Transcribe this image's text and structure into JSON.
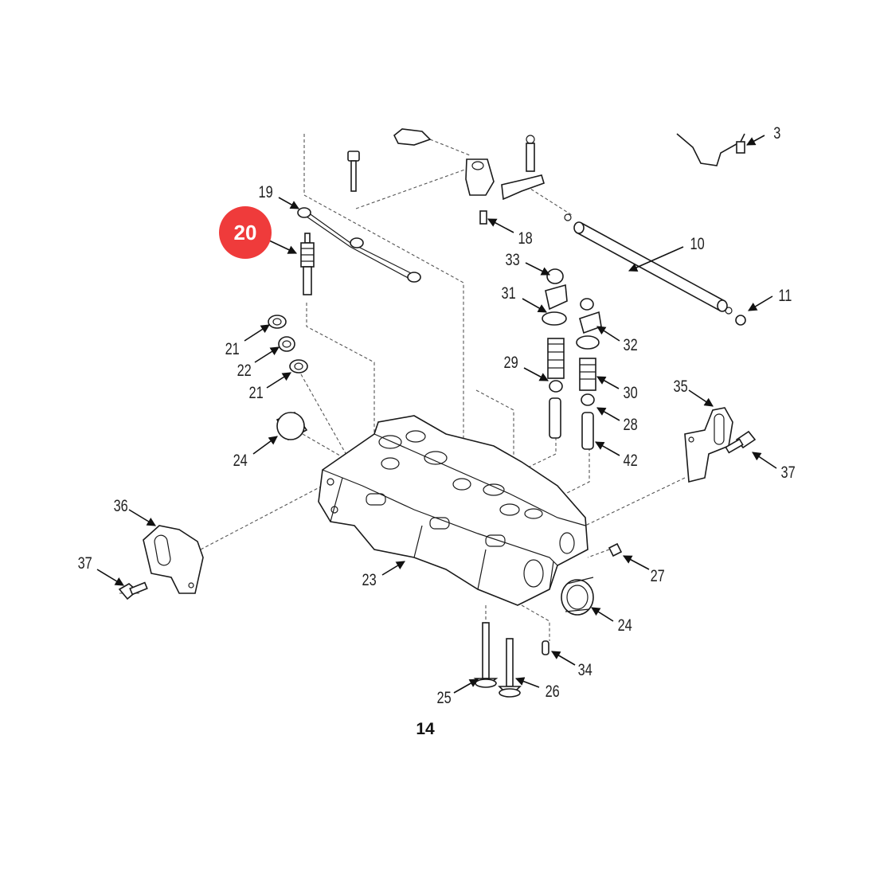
{
  "figure_number": "14",
  "highlight": {
    "label": "20",
    "color": "#ef3b3b"
  },
  "callouts": [
    {
      "id": "3",
      "text": "3"
    },
    {
      "id": "10",
      "text": "10"
    },
    {
      "id": "11",
      "text": "11"
    },
    {
      "id": "18",
      "text": "18"
    },
    {
      "id": "19",
      "text": "19"
    },
    {
      "id": "21a",
      "text": "21"
    },
    {
      "id": "22",
      "text": "22"
    },
    {
      "id": "21b",
      "text": "21"
    },
    {
      "id": "24a",
      "text": "24"
    },
    {
      "id": "23",
      "text": "23"
    },
    {
      "id": "24b",
      "text": "24"
    },
    {
      "id": "25",
      "text": "25"
    },
    {
      "id": "26",
      "text": "26"
    },
    {
      "id": "27",
      "text": "27"
    },
    {
      "id": "28",
      "text": "28"
    },
    {
      "id": "29",
      "text": "29"
    },
    {
      "id": "30",
      "text": "30"
    },
    {
      "id": "31",
      "text": "31"
    },
    {
      "id": "32",
      "text": "32"
    },
    {
      "id": "33",
      "text": "33"
    },
    {
      "id": "34",
      "text": "34"
    },
    {
      "id": "35",
      "text": "35"
    },
    {
      "id": "36",
      "text": "36"
    },
    {
      "id": "37a",
      "text": "37"
    },
    {
      "id": "37b",
      "text": "37"
    },
    {
      "id": "42",
      "text": "42"
    }
  ]
}
